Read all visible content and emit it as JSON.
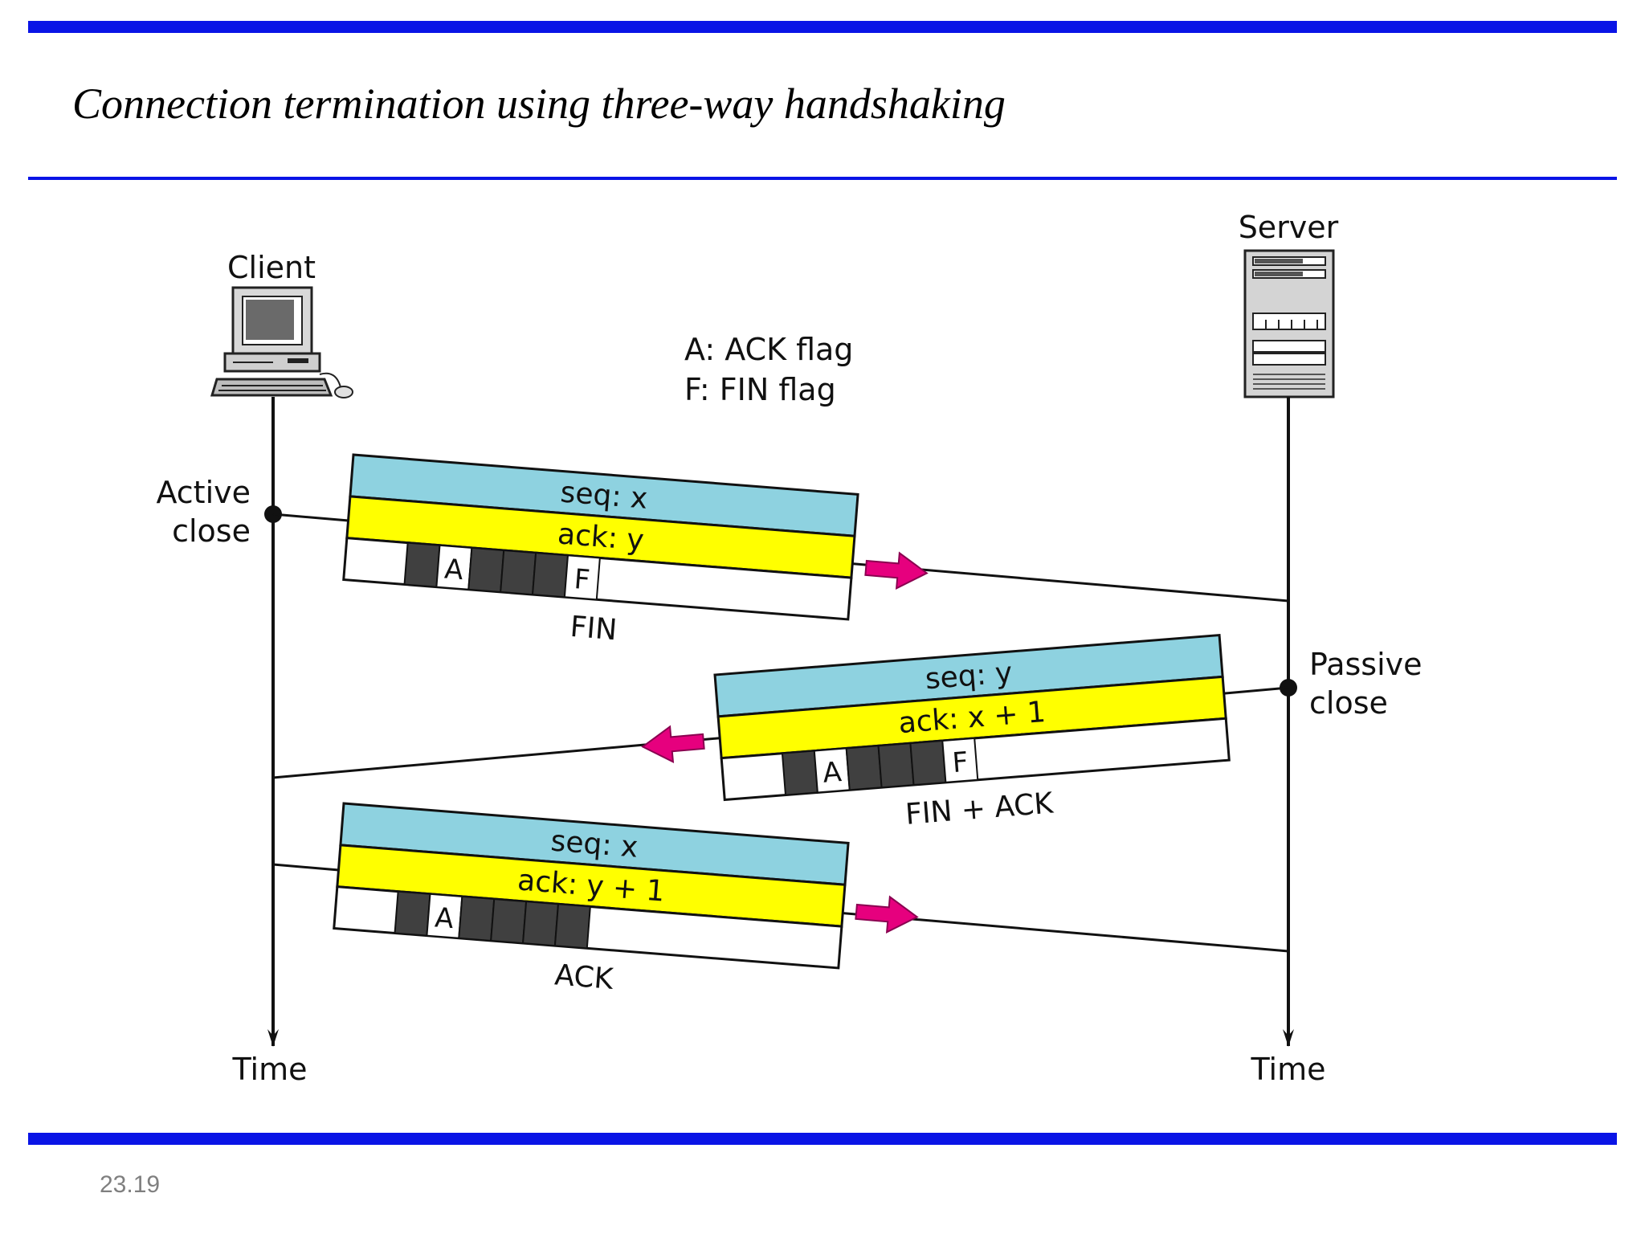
{
  "slide": {
    "title": "Connection termination using three-way handshaking",
    "number": "23.19",
    "rule_color": "#0a14e6"
  },
  "diagram": {
    "client": {
      "label": "Client",
      "icon": "desktop-computer-icon"
    },
    "server": {
      "label": "Server",
      "icon": "server-tower-icon"
    },
    "legend": {
      "ack": "A: ACK flag",
      "fin": "F: FIN flag"
    },
    "client_event": {
      "line1": "Active",
      "line2": "close"
    },
    "server_event": {
      "line1": "Passive",
      "line2": "close"
    },
    "time_left": "Time",
    "time_right": "Time",
    "segments": [
      {
        "seq": "seq: x",
        "ack": "ack: y",
        "flag_a": "A",
        "flag_f": "F",
        "caption": "FIN",
        "direction": "client-to-server"
      },
      {
        "seq": "seq: y",
        "ack": "ack: x + 1",
        "flag_a": "A",
        "flag_f": "F",
        "caption": "FIN + ACK",
        "direction": "server-to-client"
      },
      {
        "seq": "seq: x",
        "ack": "ack: y + 1",
        "flag_a": "A",
        "caption": "ACK",
        "direction": "client-to-server"
      }
    ],
    "colors": {
      "seq_band": "#8ed2e0",
      "ack_band": "#ffff00",
      "arrow": "#e6007e",
      "flag_cell_dark": "#404040"
    }
  }
}
